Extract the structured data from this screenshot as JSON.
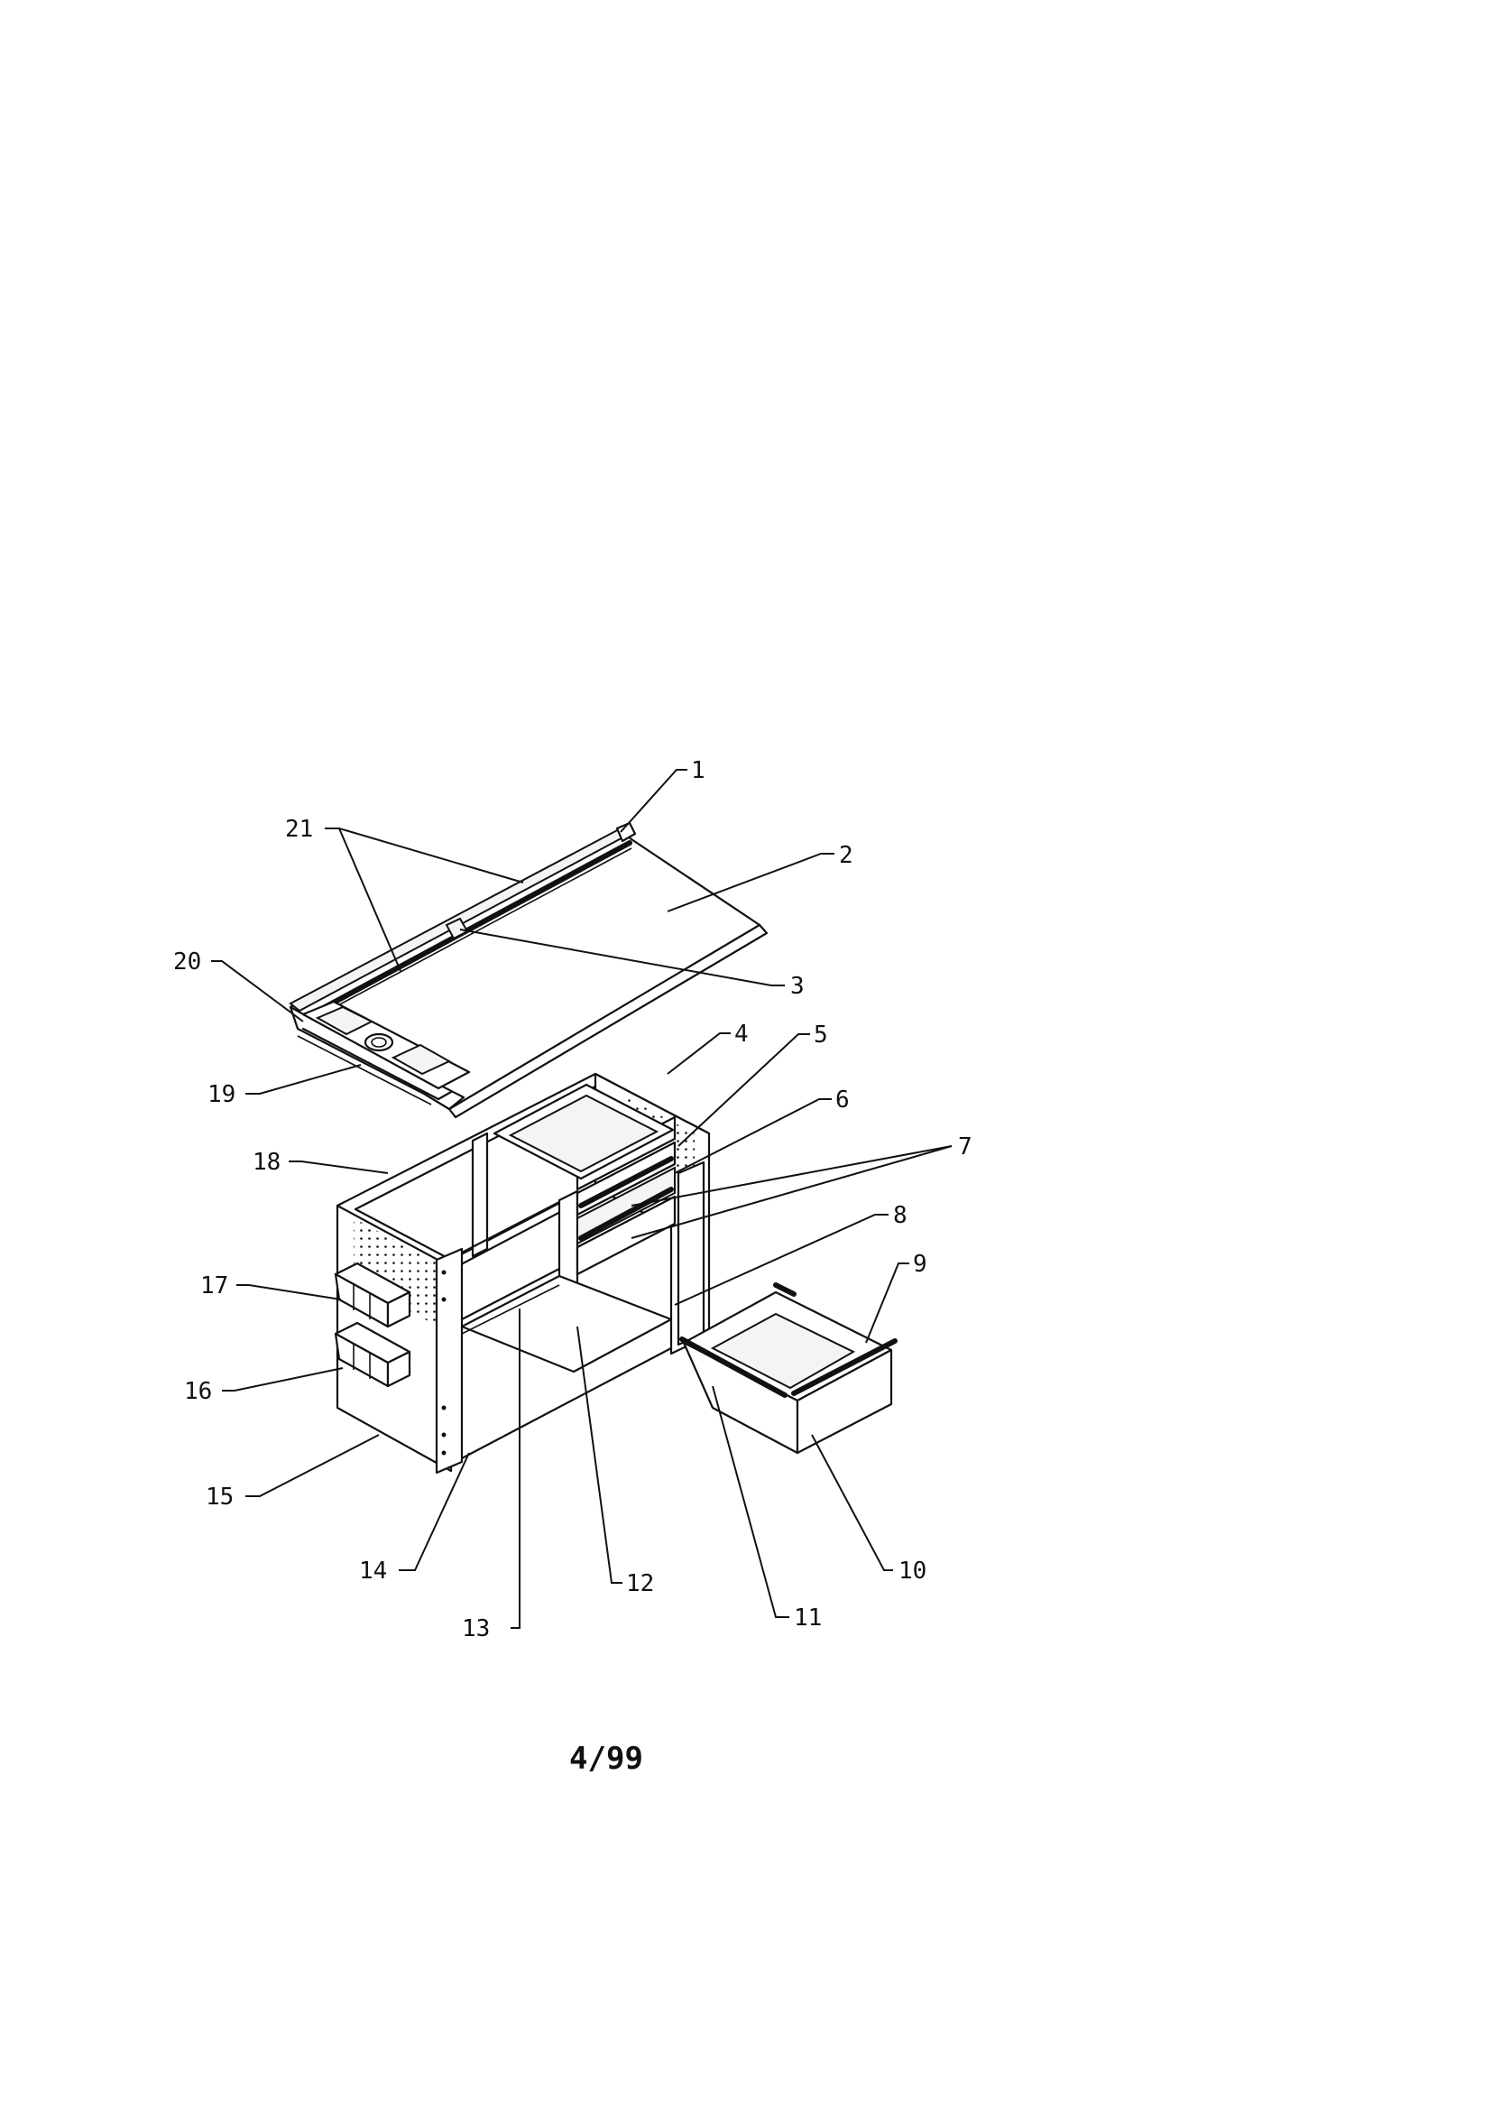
{
  "callouts": [
    {
      "id": "1",
      "label": "1"
    },
    {
      "id": "2",
      "label": "2"
    },
    {
      "id": "3",
      "label": "3"
    },
    {
      "id": "4",
      "label": "4"
    },
    {
      "id": "5",
      "label": "5"
    },
    {
      "id": "6",
      "label": "6"
    },
    {
      "id": "7",
      "label": "7"
    },
    {
      "id": "8",
      "label": "8"
    },
    {
      "id": "9",
      "label": "9"
    },
    {
      "id": "10",
      "label": "10"
    },
    {
      "id": "11",
      "label": "11"
    },
    {
      "id": "12",
      "label": "12"
    },
    {
      "id": "13",
      "label": "13"
    },
    {
      "id": "14",
      "label": "14"
    },
    {
      "id": "15",
      "label": "15"
    },
    {
      "id": "16",
      "label": "16"
    },
    {
      "id": "17",
      "label": "17"
    },
    {
      "id": "18",
      "label": "18"
    },
    {
      "id": "19",
      "label": "19"
    },
    {
      "id": "20",
      "label": "20"
    },
    {
      "id": "21",
      "label": "21"
    }
  ],
  "footer": {
    "date": "4/99"
  },
  "colors": {
    "ink": "#111111",
    "background": "#ffffff"
  }
}
